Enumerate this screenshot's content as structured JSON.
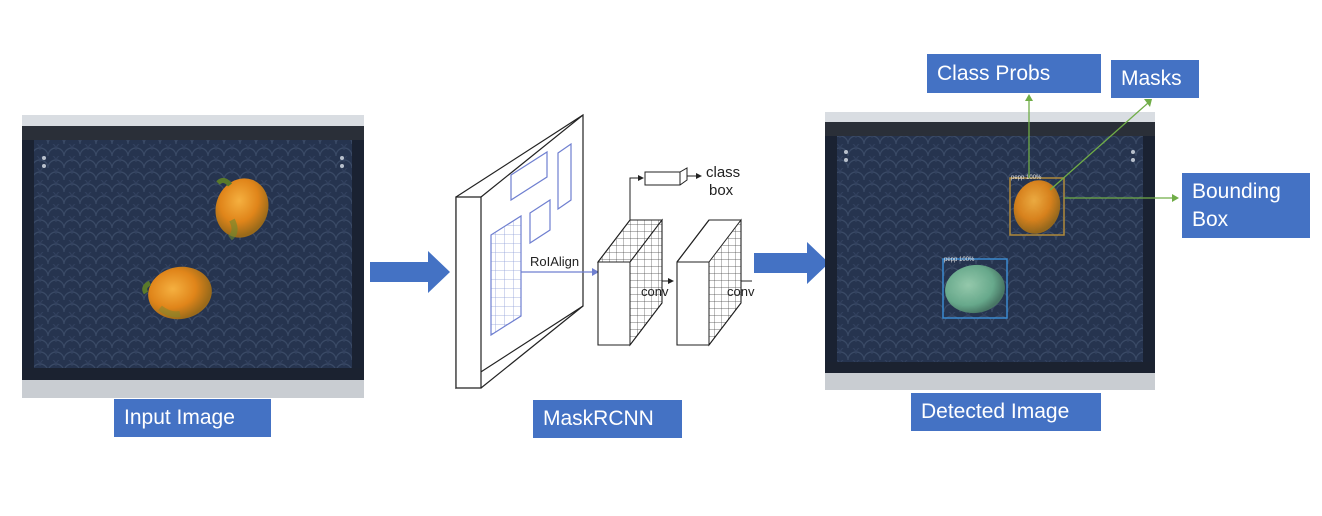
{
  "labels": {
    "input_image": "Input Image",
    "maskrcnn": "MaskRCNN",
    "detected_image": "Detected Image",
    "class_probs": "Class Probs",
    "masks": "Masks",
    "bounding_box_line1": "Bounding",
    "bounding_box_line2": "Box"
  },
  "network": {
    "roialign": "RoIAlign",
    "conv1": "conv",
    "conv2": "conv",
    "class": "class",
    "box": "box"
  },
  "detections": {
    "label_top": "pepp 100%",
    "label_bottom": "pepp 100%"
  },
  "colors": {
    "label_bg": "#4472c4",
    "arrow": "#4472c4",
    "callout": "#70ad47",
    "tray": "#24324a",
    "pepper_orange": "#e08a18",
    "mask_cyan": "#5fd0d8"
  }
}
